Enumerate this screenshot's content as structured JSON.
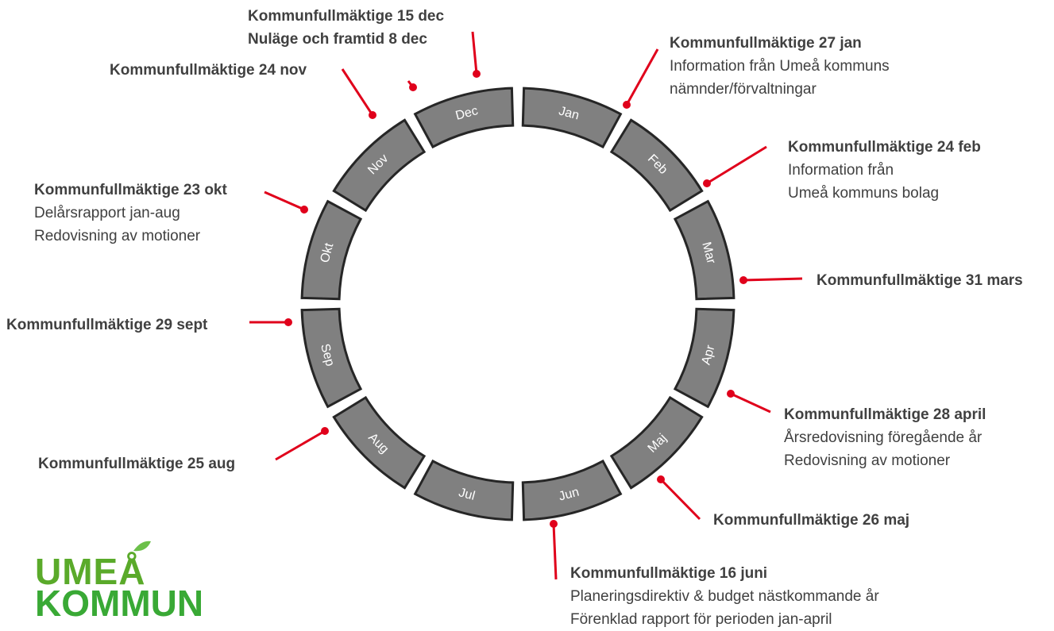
{
  "months": [
    "Jan",
    "Feb",
    "Mar",
    "Apr",
    "Maj",
    "Jun",
    "Jul",
    "Aug",
    "Sep",
    "Okt",
    "Nov",
    "Dec"
  ],
  "colors": {
    "segment": "#808080",
    "segment_border": "#262626",
    "connector": "#e0001b",
    "text": "#404040",
    "logo_green": "#5aaa2a"
  },
  "events": [
    {
      "title": "Kommunfullmäktige 27 jan",
      "lines": [
        "Information från Umeå kommuns",
        "nämnder/förvaltningar"
      ]
    },
    {
      "title": "Kommunfullmäktige 24 feb",
      "lines": [
        "Information från",
        "Umeå kommuns  bolag"
      ]
    },
    {
      "title": "Kommunfullmäktige 31 mars",
      "lines": []
    },
    {
      "title": "Kommunfullmäktige 28 april",
      "lines": [
        "Årsredovisning föregående år",
        "Redovisning av motioner"
      ]
    },
    {
      "title": "Kommunfullmäktige 26 maj",
      "lines": []
    },
    {
      "title": "Kommunfullmäktige 16 juni",
      "lines": [
        "Planeringsdirektiv & budget nästkommande  år",
        "Förenklad rapport för perioden jan-april"
      ]
    },
    {
      "title": "Kommunfullmäktige 25 aug",
      "lines": []
    },
    {
      "title": "Kommunfullmäktige 29 sept",
      "lines": []
    },
    {
      "title": "Kommunfullmäktige 23 okt",
      "lines": [
        "Delårsrapport jan-aug",
        "Redovisning av motioner"
      ]
    },
    {
      "title": "Kommunfullmäktige 24 nov",
      "lines": []
    },
    {
      "title": "Kommunfullmäktige 15 dec",
      "lines": [
        "Nuläge och framtid 8 dec"
      ]
    }
  ],
  "logo": {
    "line1": "UMEÅ",
    "line2": "KOMMUN"
  }
}
